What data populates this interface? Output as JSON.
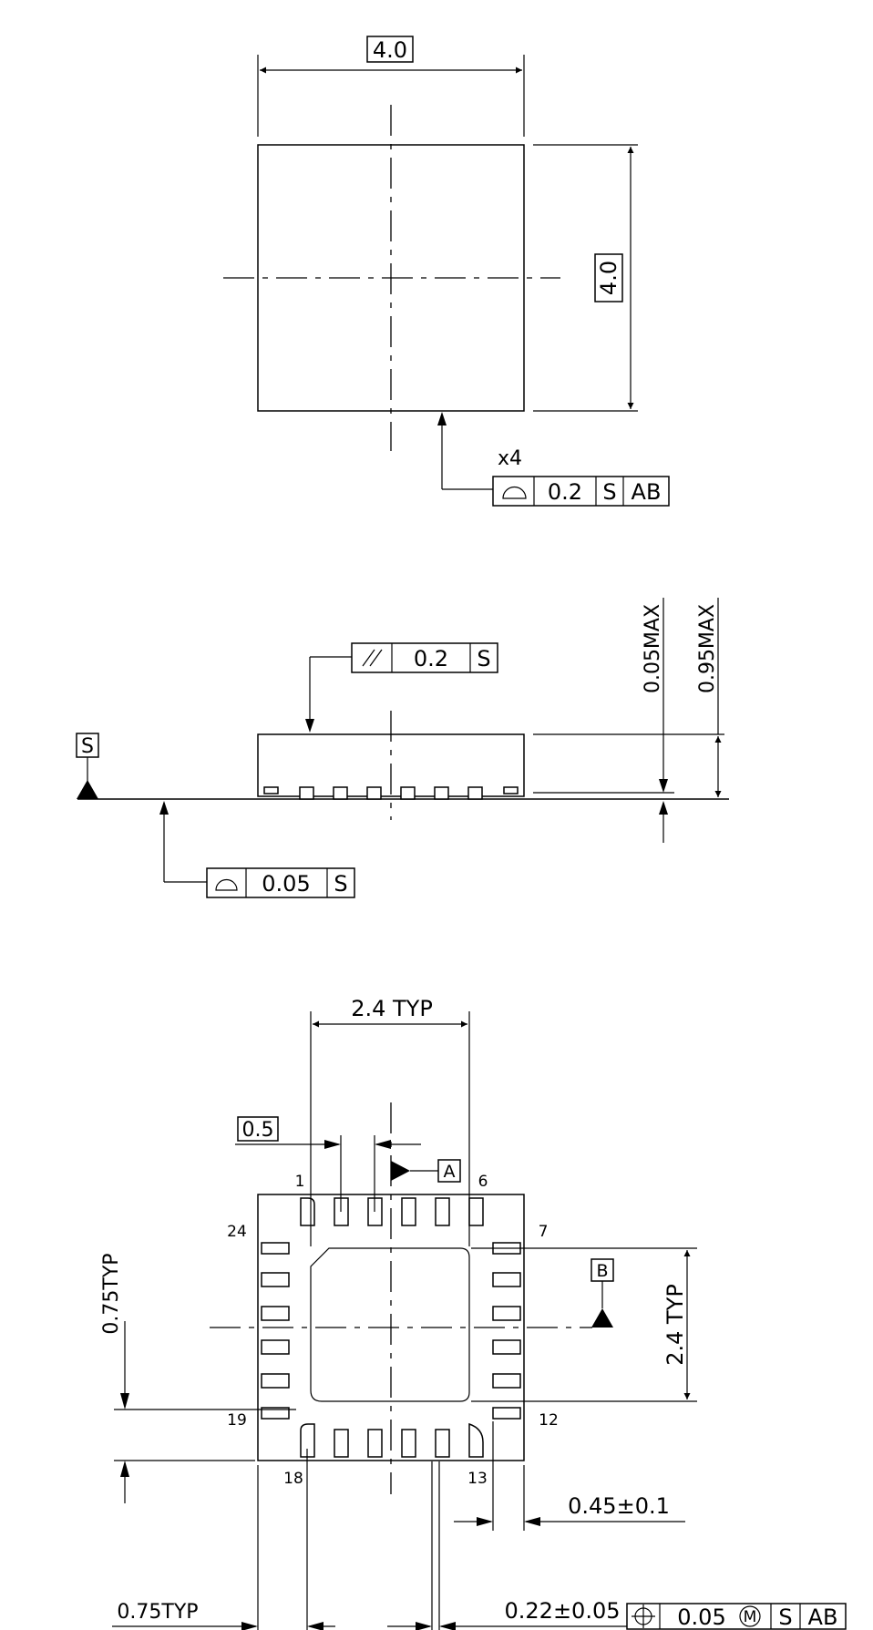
{
  "top_view": {
    "width_dim": "4.0",
    "height_dim": "4.0",
    "qty_note": "x4",
    "fcf": {
      "tol": "0.2",
      "mod": "S",
      "datum": "AB"
    }
  },
  "side_view": {
    "parallel_fcf": {
      "tol": "0.2",
      "datum": "S"
    },
    "datum_label": "S",
    "flat_fcf": {
      "tol": "0.05",
      "datum": "S"
    },
    "standoff_dim": "0.05MAX",
    "height_dim": "0.95MAX"
  },
  "bottom_view": {
    "pad_span_h": "2.4 TYP",
    "pitch": "0.5",
    "datum_a": "A",
    "datum_b": "B",
    "pad_span_v": "2.4 TYP",
    "edge_v": "0.75TYP",
    "edge_h": "0.75TYP",
    "lead_len": "0.45±0.1",
    "lead_width": "0.22±0.05",
    "pos_fcf": {
      "tol": "0.05",
      "mod": "M",
      "datum1": "S",
      "datum2": "AB"
    },
    "pins": {
      "p1": "1",
      "p6": "6",
      "p7": "7",
      "p12": "12",
      "p13": "13",
      "p18": "18",
      "p19": "19",
      "p24": "24"
    }
  }
}
